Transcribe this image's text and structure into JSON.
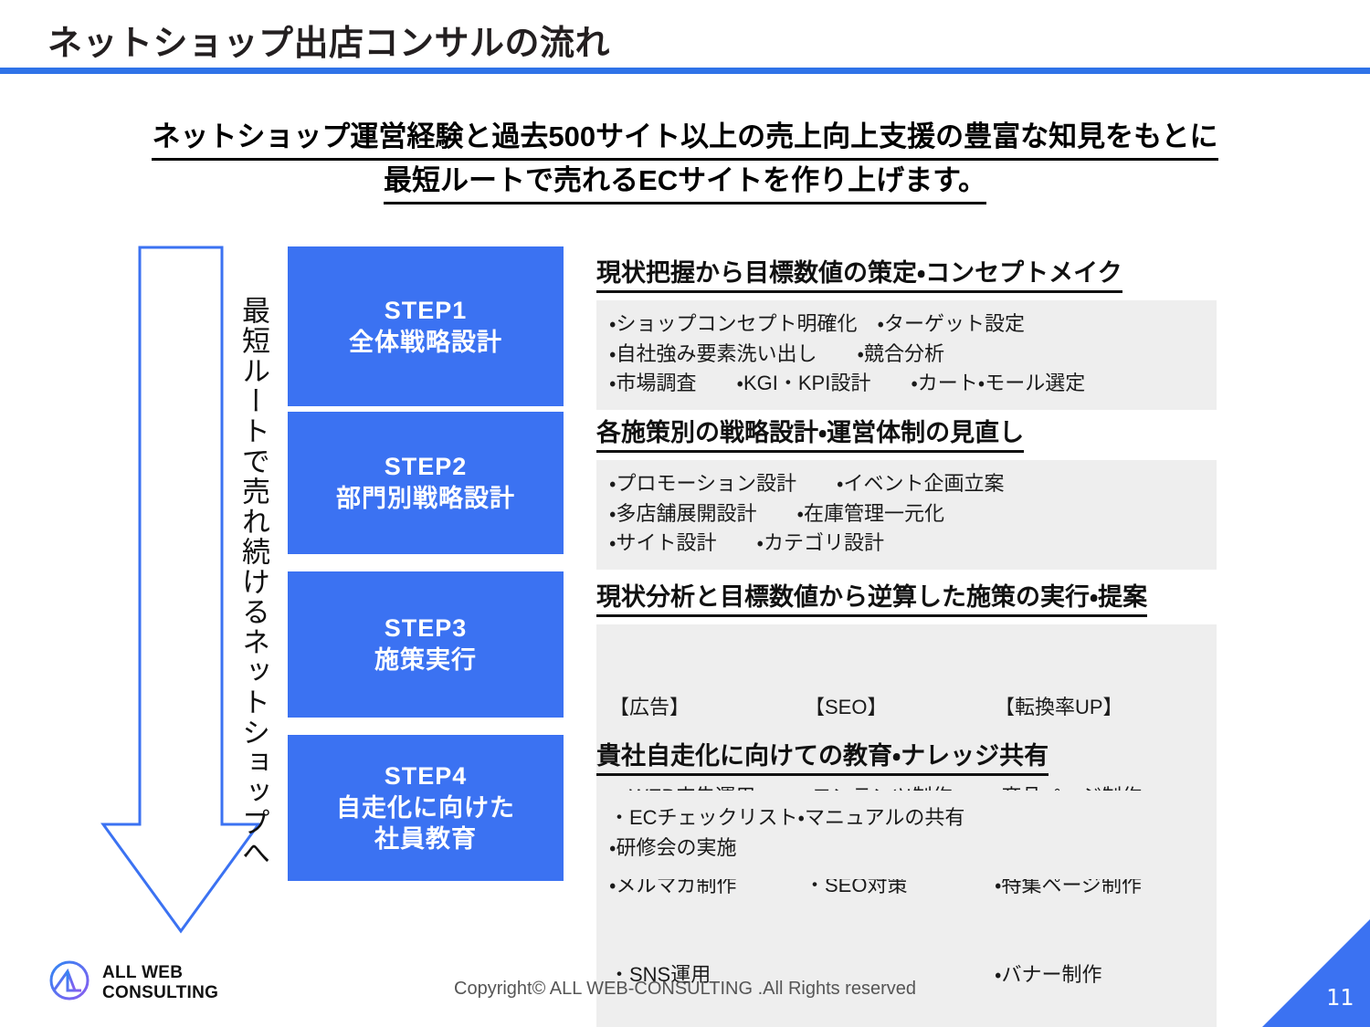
{
  "header": {
    "title": "ネットショップ出店コンサルの流れ",
    "rule_color": "#2f73e8"
  },
  "subtitle": {
    "line1": "ネットショップ運営経験と過去500サイト以上の売上向上支援の豊富な知見をもとに",
    "line2": "最短ルートで売れるECサイトを作り上げます。"
  },
  "arrow": {
    "label": "最短ルートで売れ続けるネットショップへ",
    "color": "#3b72f2"
  },
  "steps": [
    {
      "num": "STEP1",
      "name": "全体戦略設計",
      "heading": "現状把握から目標数値の策定・コンセプトメイク",
      "lines": [
        "・ショップコンセプト明確化　・ターゲット設定",
        "・自社強み要素洗い出し　　・競合分析",
        "・市場調査　　・KGI・KPI設計　　・カート・モール選定"
      ]
    },
    {
      "num": "STEP2",
      "name": "部門別戦略設計",
      "heading": "各施策別の戦略設計・運営体制の見直し",
      "lines": [
        "・プロモーション設計　　・イベント企画立案",
        "・多店舗展開設計　　・在庫管理一元化",
        "・サイト設計　　・カテゴリ設計"
      ]
    },
    {
      "num": "STEP3",
      "name": "施策実行",
      "heading": "現状分析と目標数値から逆算した施策の実行・提案",
      "columns": [
        {
          "title": "【広告】",
          "lines": [
            "・WEB広告運用",
            "・メルマガ制作",
            "・SNS運用"
          ]
        },
        {
          "title": "【SEO】",
          "lines": [
            "・コンテンツ制作",
            "・SEO対策",
            ""
          ]
        },
        {
          "title": "【転換率UP】",
          "lines": [
            "・商品ページ制作",
            "・特集ページ制作",
            "・バナー制作"
          ]
        }
      ]
    },
    {
      "num": "STEP4",
      "name": "自走化に向けた\n社員教育",
      "heading": "貴社自走化に向けての教育・ナレッジ共有",
      "lines": [
        "・ECチェックリスト・マニュアルの共有",
        "・研修会の実施"
      ]
    }
  ],
  "footer": {
    "logo_line1": "ALL WEB",
    "logo_line2": "CONSULTING",
    "copyright": "Copyright© ALL WEB-CONSULTING .All Rights reserved",
    "page_number": "11"
  },
  "theme": {
    "accent_blue": "#3b72f2",
    "panel_gray": "#eeeeee",
    "text_dark": "#111111"
  }
}
